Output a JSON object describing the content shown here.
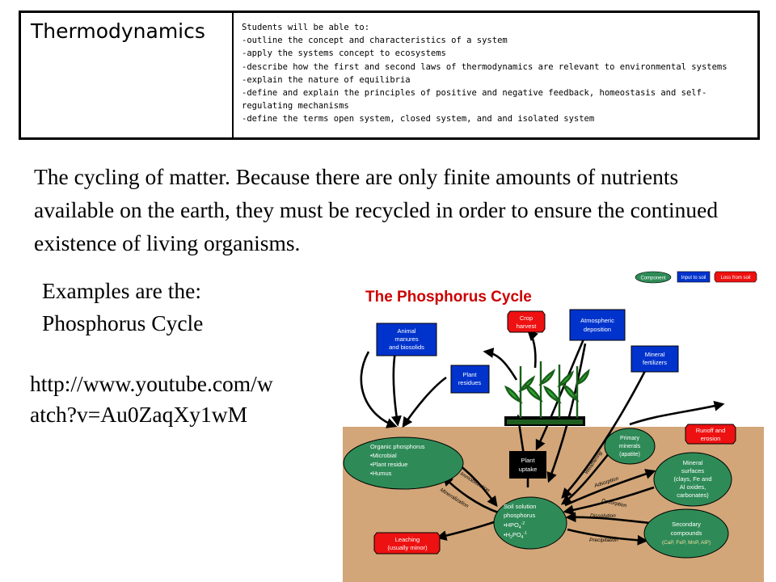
{
  "header": {
    "title": "Thermodynamics",
    "objectives": [
      "Students will be able to:",
      "-outline the concept and characteristics of a system",
      "-apply the systems concept to ecosystems",
      "-describe how the first and second laws of thermodynamics are relevant to environmental systems",
      "-explain the nature of equilibria",
      "-define and explain the principles of positive and negative feedback, homeostasis and self-regulating mechanisms",
      "-define the terms open system, closed system, and and isolated system"
    ]
  },
  "intro_text": "The cycling of matter. Because there are only finite amounts of nutrients available on the earth, they must be recycled in order to ensure the continued existence of living organisms.",
  "examples": {
    "line1": "Examples are the:",
    "line2": "Phosphorus Cycle"
  },
  "link": {
    "line1": "http://www.youtube.com/w",
    "line2": "atch?v=Au0ZaqXy1wM"
  },
  "diagram": {
    "title": "The Phosphorus Cycle",
    "legend": {
      "component": "Component",
      "input": "Input to soil",
      "loss": "Loss from soil"
    },
    "boxes": {
      "crop_harvest": [
        "Crop",
        "harvest"
      ],
      "animal_manures": [
        "Animal",
        "manures",
        "and biosolids"
      ],
      "atmospheric": [
        "Atmospheric",
        "deposition"
      ],
      "mineral_fert": [
        "Mineral",
        "fertilizers"
      ],
      "plant_residues": [
        "Plant",
        "residues"
      ],
      "runoff": [
        "Runoff and",
        "erosion"
      ],
      "plant_uptake": [
        "Plant",
        "uptake"
      ],
      "leaching": [
        "Leaching",
        "(usually minor)"
      ]
    },
    "ellipses": {
      "organic": {
        "title": "Organic phosphorus",
        "items": [
          "•Microbial",
          "•Plant residue",
          "•Humus"
        ]
      },
      "primary": [
        "Primary",
        "minerals",
        "(apatite)"
      ],
      "mineral_surfaces": [
        "Mineral",
        "surfaces",
        "(clays, Fe and",
        "Al oxides,",
        "carbonates)"
      ],
      "soil_solution": {
        "lines": [
          "Soil solution",
          "phosphorus"
        ],
        "hpo4": "•HPO",
        "hpo4_sub": "4",
        "hpo4_sup": "-2",
        "h2po4": "•H",
        "h2po4_sub1": "2",
        "h2po4_mid": "PO",
        "h2po4_sub2": "4",
        "h2po4_sup": "-1"
      },
      "secondary": [
        "Secondary",
        "compounds"
      ],
      "secondary_sub": "(CaP, FeP, MnP, AlP)"
    },
    "process_labels": {
      "immobilization": "Immobilization",
      "mineralization": "Mineralization",
      "weathering": "Weathering",
      "adsorption": "Adsorption",
      "desorption": "Desorption",
      "dissolution": "Dissolution",
      "precipitation": "Precipitation"
    },
    "colors": {
      "sky": "#ffffff",
      "soil": "#d2a679",
      "component": "#2e8b57",
      "input": "#0033cc",
      "loss": "#ee1111",
      "uptake": "#000000",
      "title": "#cc0000"
    }
  }
}
